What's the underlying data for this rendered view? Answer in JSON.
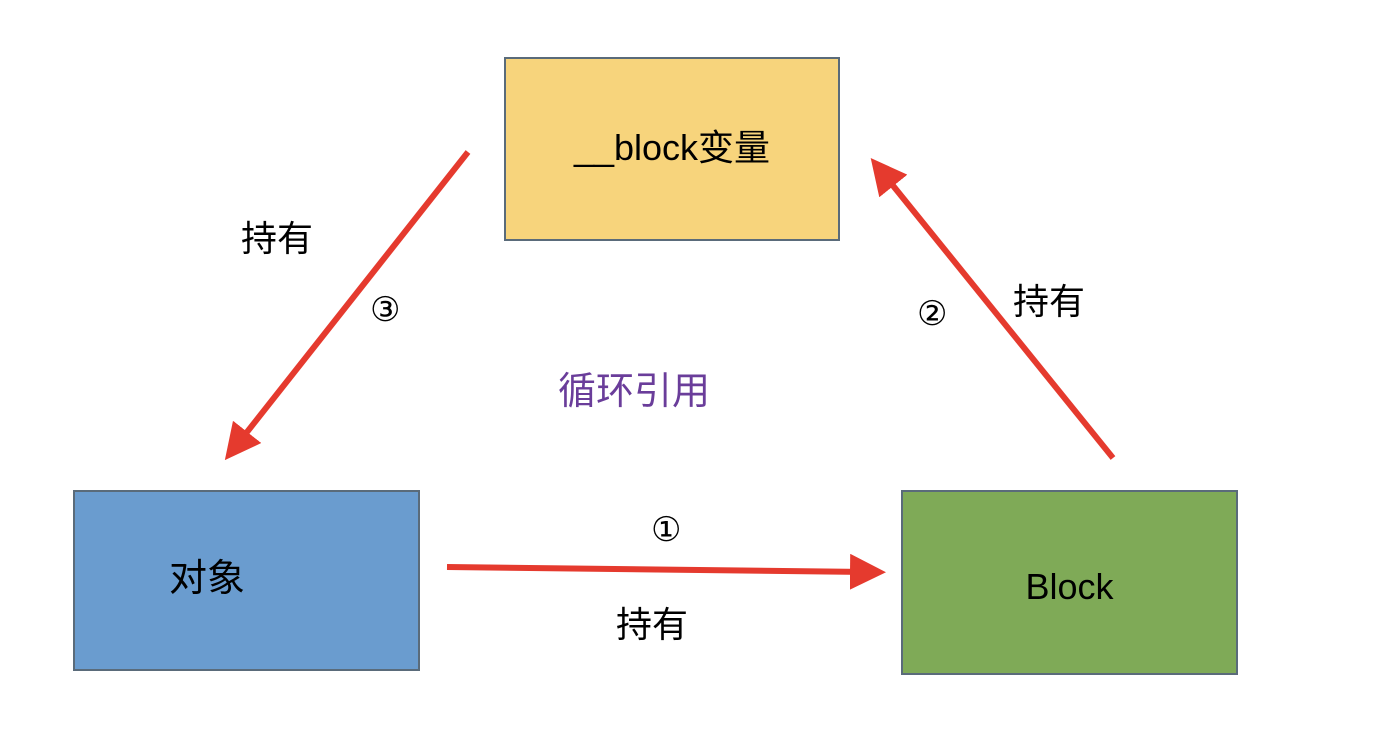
{
  "diagram": {
    "title": "循环引用",
    "title_color": "#6a3d9a",
    "nodes": {
      "block_var": {
        "label": "__block变量",
        "fill": "#f7d47c"
      },
      "object": {
        "label": "对象",
        "fill": "#6a9ccf"
      },
      "block": {
        "label": "Block",
        "fill": "#7faa57"
      }
    },
    "edges": [
      {
        "id": 1,
        "from": "对象",
        "to": "Block",
        "number": "①",
        "label": "持有"
      },
      {
        "id": 2,
        "from": "Block",
        "to": "__block变量",
        "number": "②",
        "label": "持有"
      },
      {
        "id": 3,
        "from": "__block变量",
        "to": "对象",
        "number": "③",
        "label": "持有"
      }
    ],
    "arrow_color": "#e53a2e"
  }
}
